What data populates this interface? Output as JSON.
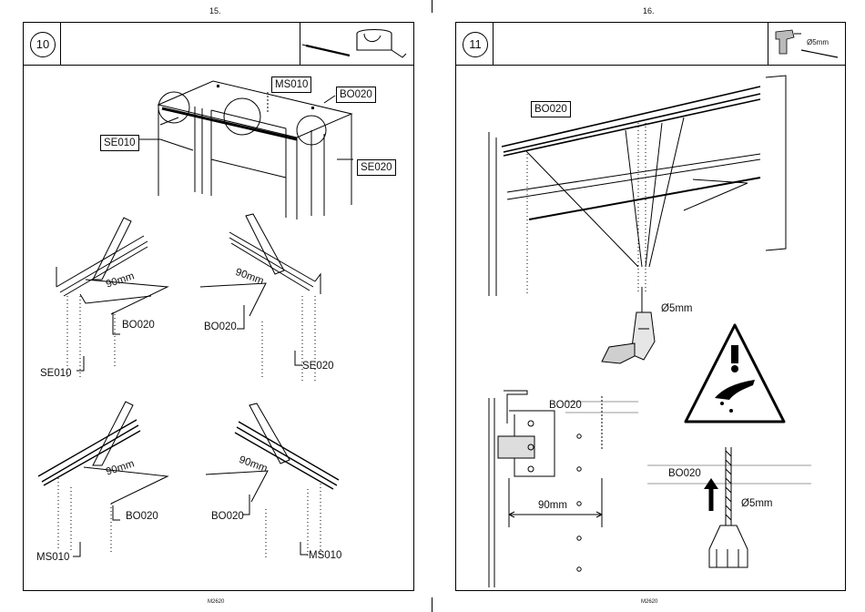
{
  "left_page": {
    "page_number": "15.",
    "step": "10",
    "footer": "M2620",
    "top_labels": {
      "ms": "MS010",
      "bo": "BO020",
      "se_left": "SE010",
      "se_right": "SE020"
    },
    "details": [
      {
        "measure": "90mm",
        "rail": "BO020",
        "side": "SE010"
      },
      {
        "measure": "90mm",
        "rail": "BO020",
        "side": "SE020"
      },
      {
        "measure": "90mm",
        "rail": "BO020",
        "side": "MS010"
      },
      {
        "measure": "90mm",
        "rail": "BO020",
        "side": "MS010"
      }
    ]
  },
  "right_page": {
    "page_number": "16.",
    "step": "11",
    "footer": "M2620",
    "tool_label": "Ø5mm",
    "rail_label": "BO020",
    "drill_label": "Ø5mm",
    "detail_rail_label": "BO020",
    "detail_measure": "90mm",
    "bit_rail_label": "BO020",
    "bit_label": "Ø5mm",
    "warning_icon": "hand-injury-warning-icon"
  }
}
